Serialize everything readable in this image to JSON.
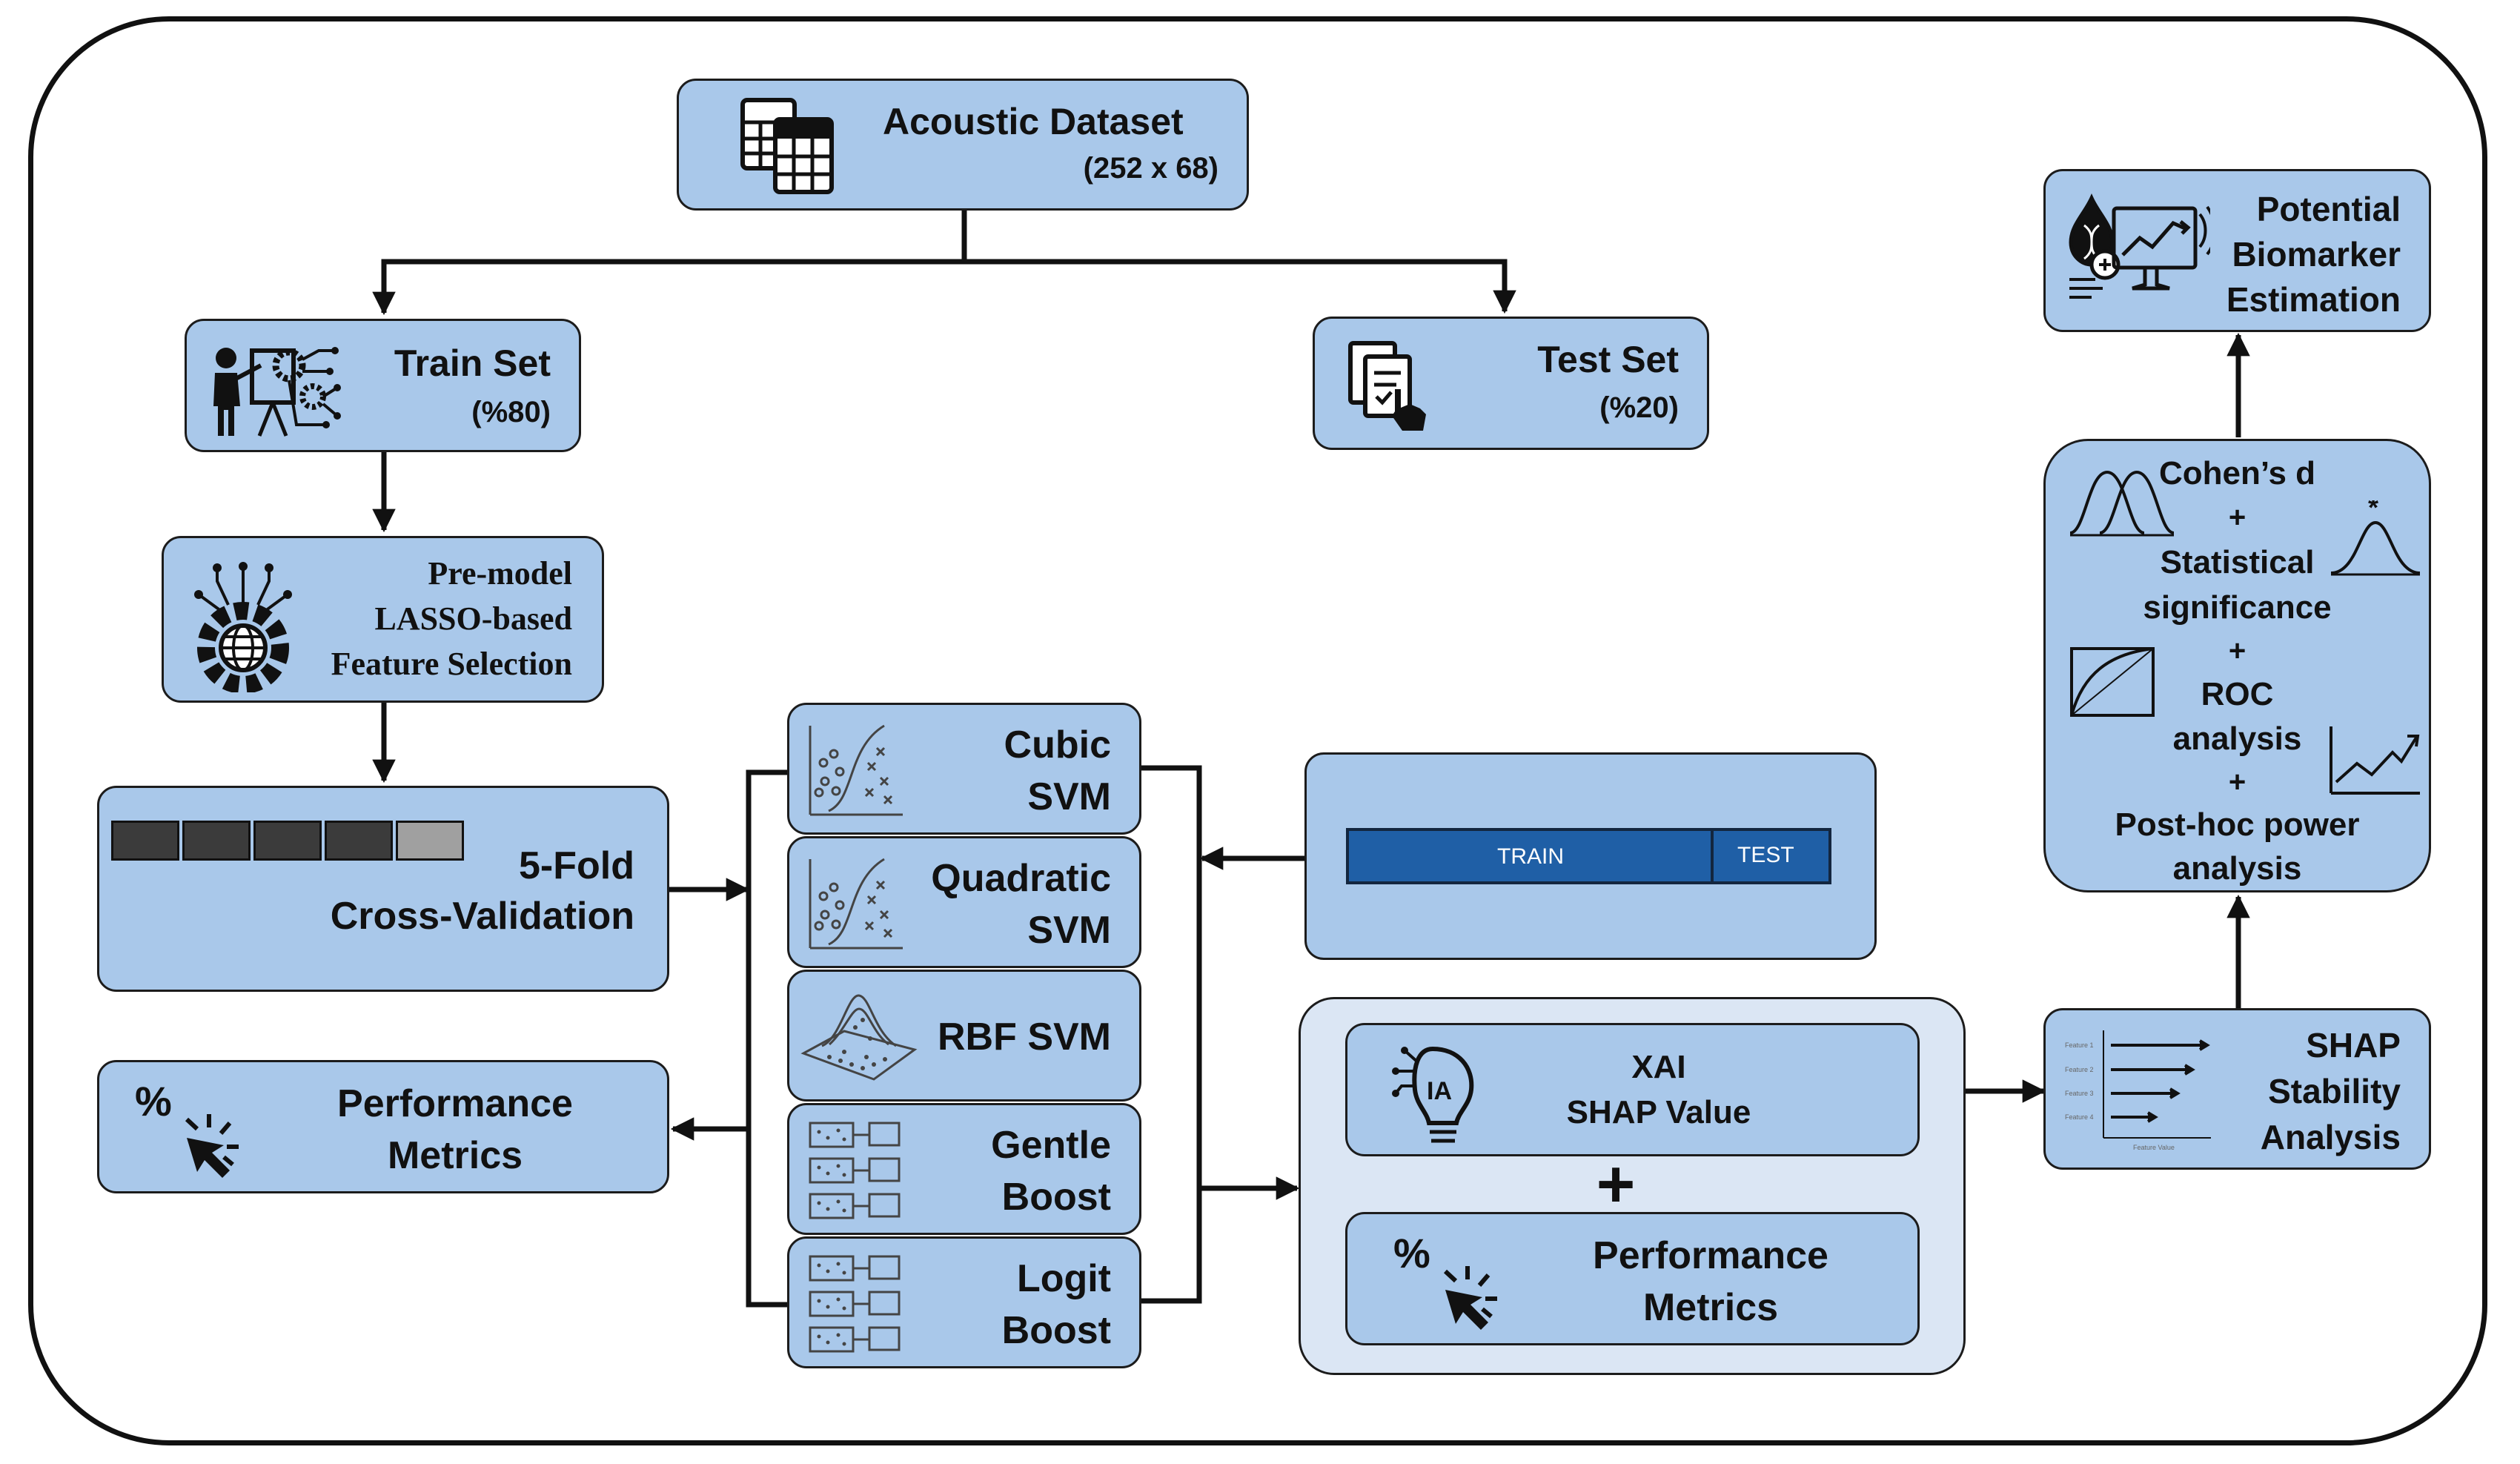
{
  "nodes": {
    "dataset": {
      "title": "Acoustic Dataset",
      "sub": "(252 x 68)"
    },
    "train": {
      "title": "Train Set",
      "sub": "(%80)"
    },
    "test": {
      "title": "Test Set",
      "sub": "(%20)"
    },
    "lasso": {
      "line1": "Pre-model",
      "line2": "LASSO-based",
      "line3": "Feature Selection"
    },
    "cv": {
      "line1": "5-Fold",
      "line2": "Cross-Validation"
    },
    "perf_left": {
      "line1": "Performance",
      "line2": "Metrics"
    },
    "cubic": {
      "line1": "Cubic",
      "line2": "SVM"
    },
    "quadratic": {
      "line1": "Quadratic",
      "line2": "SVM"
    },
    "rbf": {
      "line1": "RBF SVM"
    },
    "gentle": {
      "line1": "Gentle",
      "line2": "Boost"
    },
    "logit": {
      "line1": "Logit",
      "line2": "Boost"
    },
    "split_bar": {
      "train": "TRAIN",
      "test": "TEST"
    },
    "xai": {
      "line1": "XAI",
      "line2": "SHAP Value"
    },
    "plus_sign": "+",
    "perf_right": {
      "line1": "Performance",
      "line2": "Metrics"
    },
    "shap_stability": {
      "line1": "SHAP",
      "line2": "Stability",
      "line3": "Analysis"
    },
    "stats": {
      "l1": "Cohen’s d",
      "p1": "+",
      "l2": "Statistical",
      "l3": "significance",
      "p2": "+",
      "l4": "ROC",
      "l5": "analysis",
      "p3": "+",
      "l6": "Post-hoc power",
      "l7": "analysis"
    },
    "biomarker": {
      "line1": "Potential",
      "line2": "Biomarker",
      "line3": "Estimation"
    }
  },
  "icons": {
    "dataset": "spreadsheet-icon",
    "train": "presenter-gears-icon",
    "test": "document-touch-icon",
    "lasso": "gear-globe-icon",
    "cv": "fold-bar-icon",
    "perf": "percent-cursor-icon",
    "svm": "scatter-boundary-icon",
    "rbf": "surface-plot-icon",
    "boost": "tree-stack-icon",
    "xai": "ai-bulb-icon",
    "shap": "shap-bars-icon",
    "biomarker": "dna-monitor-icon",
    "stats": [
      "overlap-curves-icon",
      "peak-star-icon",
      "roc-curve-icon",
      "trend-line-icon"
    ]
  },
  "colors": {
    "box_fill": "#a9c8ea",
    "panel_fill": "#dbe6f4",
    "bar_fill": "#1f5fa6",
    "outline": "#1c1c1c"
  }
}
